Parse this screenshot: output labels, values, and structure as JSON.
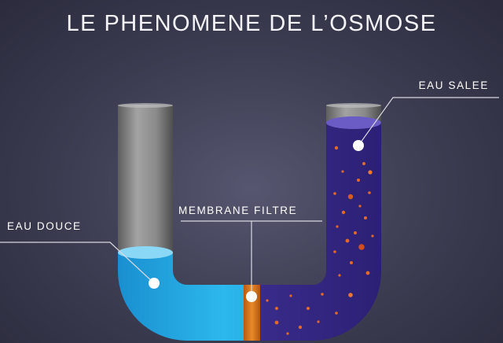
{
  "title": "LE PHENOMENE DE L’OSMOSE",
  "labels": {
    "salt_water": "EAU SALEE",
    "fresh_water": "EAU DOUCE",
    "membrane": "MEMBRANE FILTRE"
  },
  "colors": {
    "fresh_water": "#1ea6e0",
    "salt_water": "#3b2b8a",
    "membrane": "#e07a1c",
    "particles": "#e06a20",
    "tube": "#8c8c8c"
  }
}
